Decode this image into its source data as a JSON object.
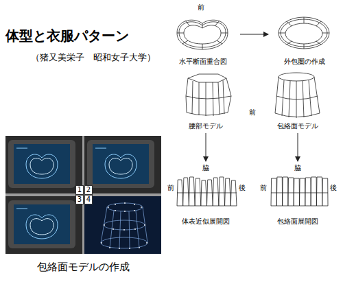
{
  "diagram": {
    "title": "体型と衣服パターン",
    "caption": "包絡面モデルの作成",
    "nodes": [
      {
        "text": [
          "水平断面重合図"
        ]
      },
      {
        "text": [
          "外包圏の作成"
        ]
      },
      {
        "text": [
          "腰部モデル"
        ]
      },
      {
        "text": [
          "包絡面モデル"
        ]
      },
      {
        "text": [
          "体表近似展開図"
        ]
      },
      {
        "text": [
          "包絡面展開図"
        ]
      }
    ],
    "edges": [
      {
        "from": 0,
        "to": 1,
        "arrow": "to"
      },
      {
        "from": 2,
        "to": 4,
        "arrow": "to"
      },
      {
        "from": 3,
        "to": 5,
        "arrow": "to"
      }
    ],
    "labels": [
      "（猪又美栄子　昭和女子大学）",
      "前",
      "前",
      "脇",
      "脇",
      "前",
      "後",
      "前",
      "後",
      "1",
      "2",
      "3",
      "4"
    ]
  }
}
